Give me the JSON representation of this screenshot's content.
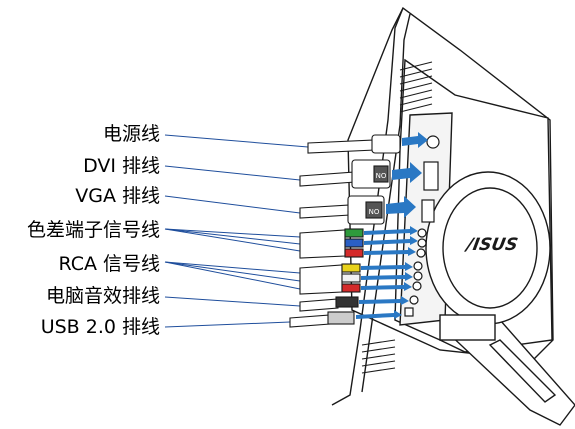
{
  "diagram": {
    "labels": [
      {
        "id": "power",
        "text": "电源线"
      },
      {
        "id": "dvi",
        "text": "DVI 排线"
      },
      {
        "id": "vga",
        "text": "VGA  排线"
      },
      {
        "id": "component",
        "text": "色差端子信号线"
      },
      {
        "id": "rca",
        "text": "RCA 信号线"
      },
      {
        "id": "audio",
        "text": "电脑音效排线"
      },
      {
        "id": "usb",
        "text": "USB 2.0 排线"
      }
    ],
    "brand_logo": "/ISUS",
    "connector_badge": "NO",
    "colors": {
      "leader_line": "#1f4e9c",
      "arrow": "#2a78c4",
      "outline": "#1a1a1a",
      "component_green": "#2e9a3c",
      "component_blue": "#2a5fc4",
      "component_red": "#d42a2a",
      "rca_yellow": "#e8d21c",
      "rca_white": "#f2f2f2",
      "rca_red": "#d42a2a"
    }
  }
}
